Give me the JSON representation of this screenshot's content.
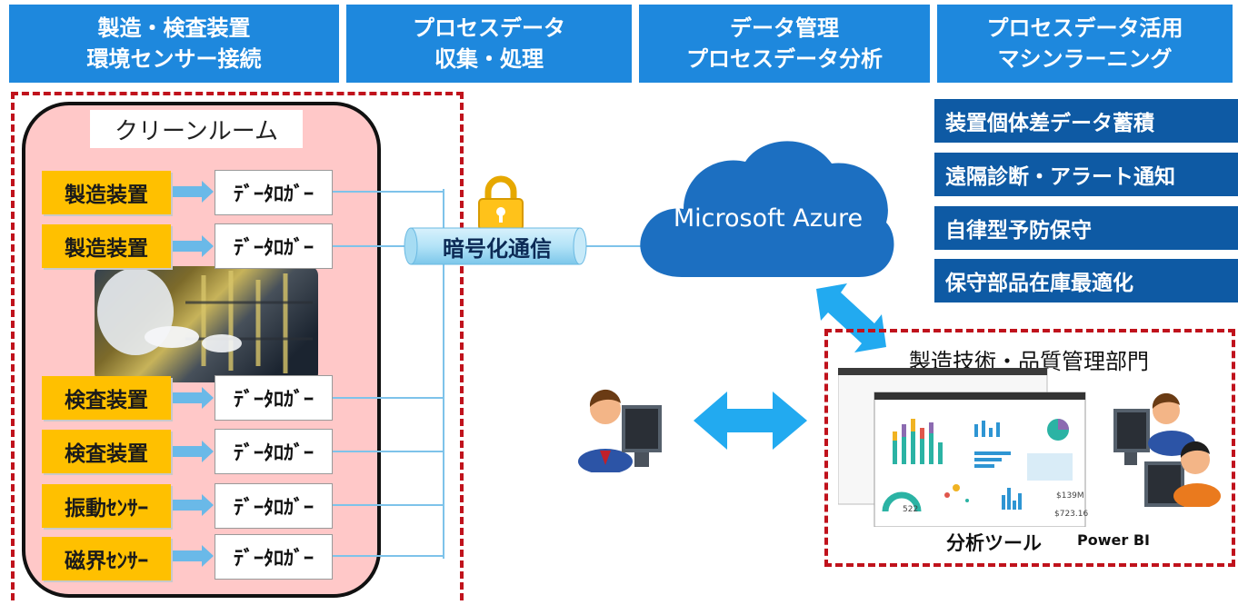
{
  "headers": [
    {
      "line1": "製造・検査装置",
      "line2": "環境センサー接続"
    },
    {
      "line1": "プロセスデータ",
      "line2": "収集・処理"
    },
    {
      "line1": "データ管理",
      "line2": "プロセスデータ分析"
    },
    {
      "line1": "プロセスデータ活用",
      "line2": "マシンラーニング"
    }
  ],
  "clean_room": {
    "title": "クリーンルーム",
    "devices": [
      {
        "name": "製造装置",
        "logger": "ﾃﾞｰﾀﾛｶﾞｰ"
      },
      {
        "name": "製造装置",
        "logger": "ﾃﾞｰﾀﾛｶﾞｰ"
      },
      {
        "name": "検査装置",
        "logger": "ﾃﾞｰﾀﾛｶﾞｰ"
      },
      {
        "name": "検査装置",
        "logger": "ﾃﾞｰﾀﾛｶﾞｰ"
      },
      {
        "name": "振動ｾﾝｻｰ",
        "logger": "ﾃﾞｰﾀﾛｶﾞｰ"
      },
      {
        "name": "磁界ｾﾝｻｰ",
        "logger": "ﾃﾞｰﾀﾛｶﾞｰ"
      }
    ]
  },
  "encryption_label": "暗号化通信",
  "cloud_label": "Microsoft Azure",
  "ml_features": [
    "装置個体差データ蓄積",
    "遠隔診断・アラート通知",
    "自律型予防保守",
    "保守部品在庫最適化"
  ],
  "department": {
    "title": "製造技術・品質管理部門",
    "tool_label": "分析ツール",
    "product_label": "Power BI",
    "dashboard_values": [
      "522",
      "$139M",
      "$723.16"
    ]
  },
  "colors": {
    "header_blue": "#1e88dd",
    "feature_blue": "#0e5aa4",
    "device_yellow": "#ffc000",
    "room_pink": "#ffc8c8",
    "dash_red": "#c0121c",
    "arrow_cyan": "#22aaf0",
    "cloud_blue": "#1c6fc1"
  }
}
